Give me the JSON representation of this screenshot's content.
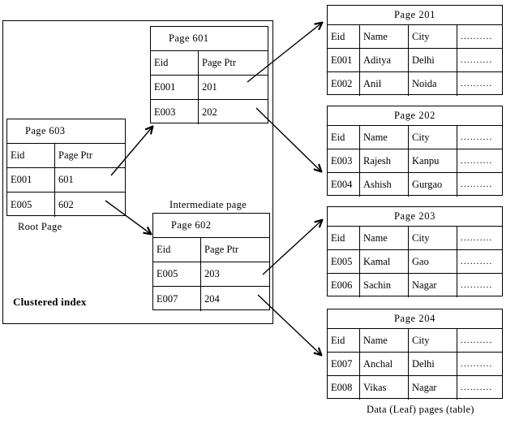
{
  "diagram": {
    "outer_label": "Clustered index",
    "root_label": "Root Page",
    "intermediate_label": "Intermediate page",
    "leaf_label": "Data (Leaf) pages (table)",
    "dots": ".........."
  },
  "index_tables": {
    "root": {
      "title": "Page 603",
      "headers": [
        "Eid",
        "Page Ptr"
      ],
      "rows": [
        [
          "E001",
          "601"
        ],
        [
          "E005",
          "602"
        ]
      ]
    },
    "intermediate_top": {
      "title": "Page  601",
      "headers": [
        "Eid",
        "Page Ptr"
      ],
      "rows": [
        [
          "E001",
          "201"
        ],
        [
          "E003",
          "202"
        ]
      ]
    },
    "intermediate_bottom": {
      "title": "Page  602",
      "headers": [
        "Eid",
        "Page Ptr"
      ],
      "rows": [
        [
          "E005",
          "203"
        ],
        [
          "E007",
          "204"
        ]
      ]
    }
  },
  "leaf_tables": [
    {
      "title": "Page 201",
      "headers": [
        "Eid",
        "Name",
        "City",
        ".........."
      ],
      "rows": [
        [
          "E001",
          "Aditya",
          "Delhi",
          ".........."
        ],
        [
          "E002",
          "Anil",
          "Noida",
          ".........."
        ]
      ]
    },
    {
      "title": "Page 202",
      "headers": [
        "Eid",
        "Name",
        "City",
        ".........."
      ],
      "rows": [
        [
          "E003",
          "Rajesh",
          "Kanpu",
          ".........."
        ],
        [
          "E004",
          "Ashish",
          "Gurgao",
          ".........."
        ]
      ]
    },
    {
      "title": "Page 203",
      "headers": [
        "Eid",
        "Name",
        "City",
        ".........."
      ],
      "rows": [
        [
          "E005",
          "Kamal",
          "Gao",
          ".........."
        ],
        [
          "E006",
          "Sachin",
          "Nagar",
          ".........."
        ]
      ]
    },
    {
      "title": "Page 204",
      "headers": [
        "Eid",
        "Name",
        "City",
        ".........."
      ],
      "rows": [
        [
          "E007",
          "Anchal",
          "Delhi",
          ".........."
        ],
        [
          "E008",
          "Vikas",
          "Nagar",
          ".........."
        ]
      ]
    }
  ],
  "colors": {
    "line": "#000000",
    "background": "#ffffff"
  }
}
